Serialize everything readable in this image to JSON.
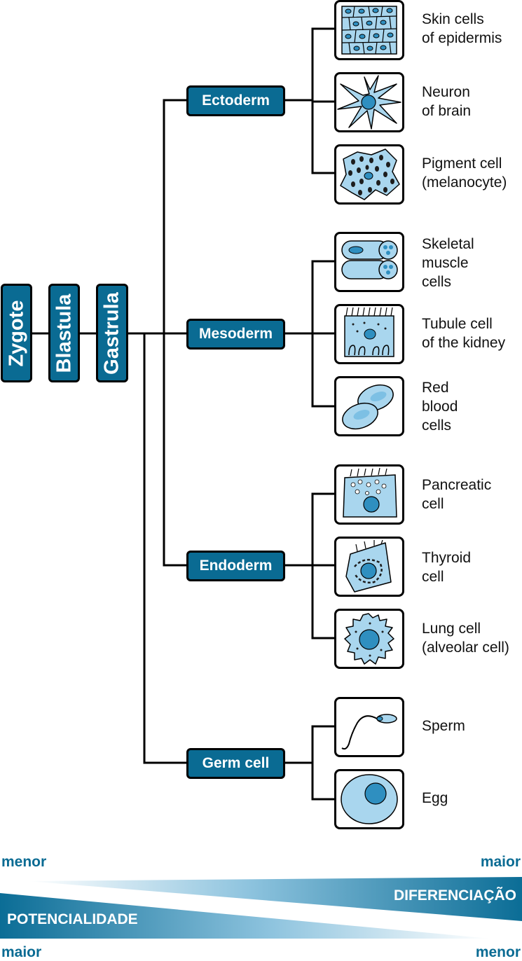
{
  "stages": {
    "zygote": "Zygote",
    "blastula": "Blastula",
    "gastrula": "Gastrula"
  },
  "layers": {
    "ectoderm": "Ectoderm",
    "mesoderm": "Mesoderm",
    "endoderm": "Endoderm",
    "germ_cell": "Germ cell"
  },
  "cells": {
    "skin": [
      "Skin cells",
      "of epidermis"
    ],
    "neuron": [
      "Neuron",
      "of brain"
    ],
    "pigment": [
      "Pigment cell",
      "(melanocyte)"
    ],
    "muscle": [
      "Skeletal",
      "muscle",
      "cells"
    ],
    "tubule": [
      "Tubule cell",
      "of the kidney"
    ],
    "blood": [
      "Red",
      "blood",
      "cells"
    ],
    "pancreatic": [
      "Pancreatic",
      "cell"
    ],
    "thyroid": [
      "Thyroid",
      "cell"
    ],
    "lung": [
      "Lung cell",
      "(alveolar cell)"
    ],
    "sperm": [
      "Sperm"
    ],
    "egg": [
      "Egg"
    ]
  },
  "scale": {
    "top_left": "menor",
    "top_right": "maior",
    "bottom_left": "maior",
    "bottom_right": "menor",
    "differentiation": "DIFERENCIAÇÃO",
    "potentiality": "POTENCIALIDADE"
  },
  "colors": {
    "box_fill": "#0a6b93",
    "cell_fill": "#a9d6ee",
    "nucleus": "#2f8fc0",
    "band": "#0b6d96"
  }
}
